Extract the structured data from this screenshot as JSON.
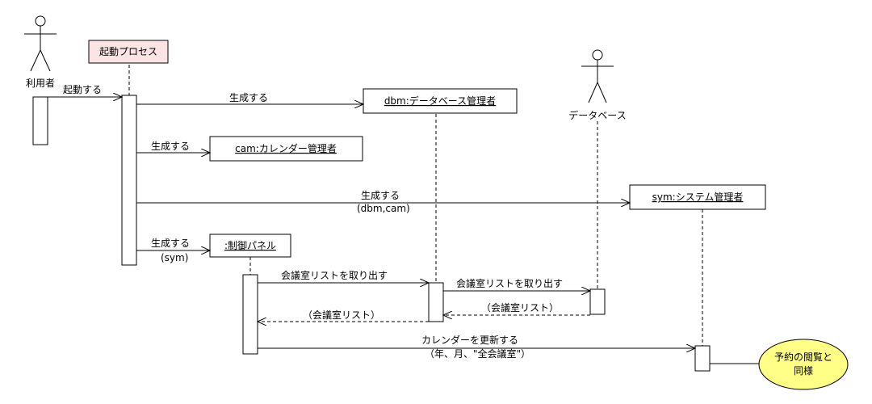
{
  "participants": {
    "user": "利用者",
    "startup": "起動プロセス",
    "dbm": "dbm:データベース管理者",
    "cam": "cam:カレンダー管理者",
    "sym": "sym:システム管理者",
    "panel": ":制御パネル",
    "database": "データベース"
  },
  "messages": {
    "m1": "起動する",
    "m2": "生成する",
    "m3": "生成する",
    "m4": "生成する",
    "m4_args": "(dbm,cam)",
    "m5": "生成する",
    "m5_args": "(sym)",
    "m6": "会議室リストを取り出す",
    "m7": "会議室リストを取り出す",
    "r1": "（会議室リスト）",
    "r2": "（会議室リスト）",
    "m8": "カレンダーを更新する",
    "m8_args": "（年、月、\"全会議室\"）"
  },
  "note": {
    "line1": "予約の閲覧と",
    "line2": "同様",
    "color": "#FFFF88"
  },
  "colors": {
    "startup_box": "#FCE4E4"
  }
}
